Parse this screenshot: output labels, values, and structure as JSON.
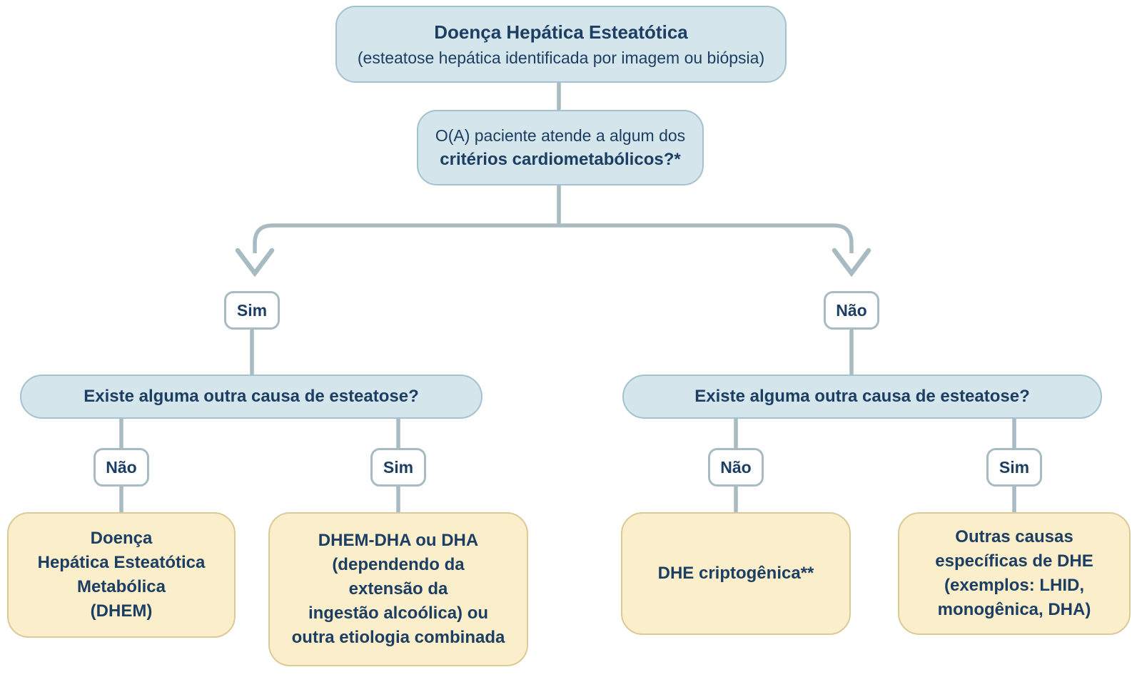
{
  "colors": {
    "question_fill": "#d4e5ec",
    "question_border": "#a4c2ce",
    "outcome_fill": "#fbeecb",
    "outcome_border": "#dbc997",
    "text_navy": "#1d3e63",
    "connector": "#a9bbc2",
    "chip_fill": "#ffffff"
  },
  "nodes": {
    "root": {
      "title": "Doença Hepática Esteatótica",
      "subtitle": "(esteatose hepática identificada por imagem ou biópsia)"
    },
    "cardiometabolic_question": {
      "line1": "O(A) paciente atende a algum dos",
      "line2": "critérios cardiometabólicos?*"
    },
    "other_cause_left": {
      "text": "Existe alguma outra causa de esteatose?"
    },
    "other_cause_right": {
      "text": "Existe alguma outra causa de esteatose?"
    },
    "decisions": {
      "top_left": "Sim",
      "top_right": "Não",
      "left_no": "Não",
      "left_yes": "Sim",
      "right_no": "Não",
      "right_yes": "Sim"
    },
    "outcomes": {
      "dhem": "Doença\nHepática Esteatótica\nMetabólica\n(DHEM)",
      "dhem_dha": "DHEM-DHA ou DHA\n(dependendo da\nextensão da\ningestão alcoólica) ou\noutra etiologia combinada",
      "dhe_cryptogenic": "DHE criptogênica**",
      "other_specific": "Outras causas\nespecíficas de DHE\n(exemplos: LHID,\nmonogênica, DHA)"
    }
  }
}
